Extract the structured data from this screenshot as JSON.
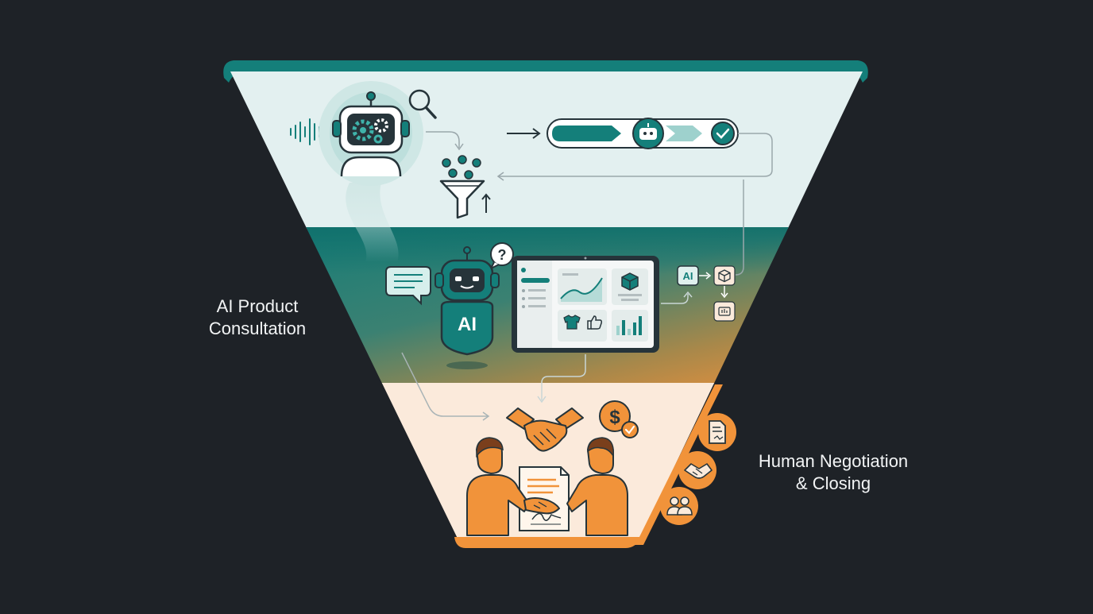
{
  "diagram": {
    "left_label": {
      "line1": "AI Product",
      "line2": "Consultation"
    },
    "right_label": {
      "line1": "Human Negotiation",
      "line2": "& Closing"
    },
    "badges": {
      "ai_chip": "AI",
      "ai_bot_chest": "AI",
      "question_mark": "?",
      "dollar": "$"
    },
    "colors": {
      "background": "#1e2227",
      "teal": "#147f7a",
      "teal_dark": "#0e5e5a",
      "orange": "#f1933a",
      "pale_teal": "#e3f0f0",
      "peach": "#fbeadb",
      "outline": "#26343a"
    },
    "icons": [
      "robot-gear-icon",
      "magnifier-icon",
      "sound-wave-icon",
      "funnel-icon",
      "arrow-right-icon",
      "pipeline-bar",
      "robot-head-icon",
      "check-icon",
      "chat-bubble-icon",
      "ai-robot-icon",
      "question-icon",
      "dashboard-tablet",
      "box-icon",
      "tshirt-icon",
      "thumbs-up-icon",
      "bar-chart-icon",
      "ai-chip",
      "document-icon",
      "handshake-icon",
      "dollar-check-icon",
      "people-icon",
      "contract-icon"
    ]
  }
}
